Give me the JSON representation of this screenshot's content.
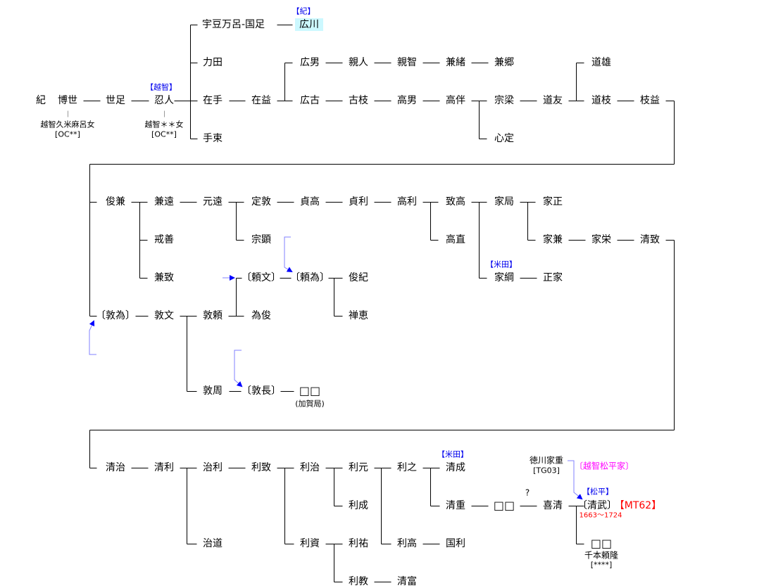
{
  "s1": {
    "ki": "紀",
    "hiroyo": "博世",
    "yotari": "世足",
    "oshihito": "忍人",
    "udomaro_kunitari": "宇豆万呂‐国足",
    "hirokawa": "広川",
    "rikiden": "力田",
    "arite": "在手",
    "tetsuka": "手束",
    "arimasu": "在益",
    "hiroo": "広男",
    "chikahito": "親人",
    "chikatomo": "親智",
    "kaneo": "兼緒",
    "kanesato": "兼郷",
    "hirofuru": "広古",
    "furue": "古枝",
    "takao": "高男",
    "takatomo": "高伴",
    "muneyana": "宗梁",
    "shinjo": "心定",
    "michitomo": "道友",
    "michio": "道雄",
    "michie": "道枝",
    "emasu": "枝益",
    "note_hiroyo": "越智久米麻呂女",
    "code_hiroyo": "[OC**]",
    "note_oshihito": "越智＊＊女",
    "code_oshihito": "[OC**]",
    "tag_ochi": "【越智】",
    "tag_ki": "【紀】"
  },
  "s2": {
    "shunken": "俊兼",
    "kanetoo": "兼遠",
    "kaizen": "戒善",
    "kanechi": "兼致",
    "mototoo": "元遠",
    "sadaatsu": "定敦",
    "muneaki": "宗顕",
    "sadataka": "貞高",
    "sadatoshi": "貞利",
    "takatoshi": "高利",
    "munetaka": "致高",
    "takanao": "高直",
    "iekyoku": "家局",
    "ietsuna": "家綱",
    "iemasa": "家正",
    "iekane": "家兼",
    "ieei": "家栄",
    "kiyomune": "清致",
    "masaie": "正家",
    "tag_yoneda": "【米田】",
    "yorifumi": "〔頼文〕",
    "yoritame": "〔頼為〕",
    "shunki": "俊紀",
    "zenkei": "禅恵",
    "atsutame": "〔敦為〕",
    "atsufumi": "敦文",
    "atsuyori": "敦頼",
    "tameshun": "為俊",
    "atsuchika": "敦周",
    "atsunaga": "〔敦長〕",
    "unknown": "□□",
    "kaga": "(加賀局)"
  },
  "s3": {
    "kiyoharu": "清治",
    "kiyotoshi": "清利",
    "harutoshi": "治利",
    "toshimune": "利致",
    "toshiharu": "利治",
    "toshimoto": "利元",
    "toshiyuki": "利之",
    "kiyonari": "清成",
    "tag_yoneda": "【米田】",
    "toshinari": "利成",
    "kiyoshige": "清重",
    "unknown1": "□□",
    "question": "?",
    "yoshikiyo": "喜清",
    "kiyotake": "〔清武〕",
    "code_mt": "【MT62】",
    "years": "1663～1724",
    "tag_matsudaira": "【松平】",
    "ieshige": "徳川家重",
    "code_tg": "[TG03]",
    "ochi_matsudaira": "〔越智松平家〕",
    "harumichi": "治道",
    "toshisuke": "利資",
    "toshisuke2": "利祐",
    "toshitaka": "利高",
    "kunitoshi": "国利",
    "unknown2": "□□",
    "senbon": "千本頼隆",
    "code_star": "[****]",
    "toshinori": "利教",
    "kiyotomi": "清富"
  },
  "colors": {
    "line": "#000000",
    "arrow": "#0000ff",
    "arrow_line": "#8080ff",
    "tag": "#0000ee",
    "code": "#ff0000",
    "family": "#ff00ff",
    "highlight": "#ccf8ff"
  }
}
